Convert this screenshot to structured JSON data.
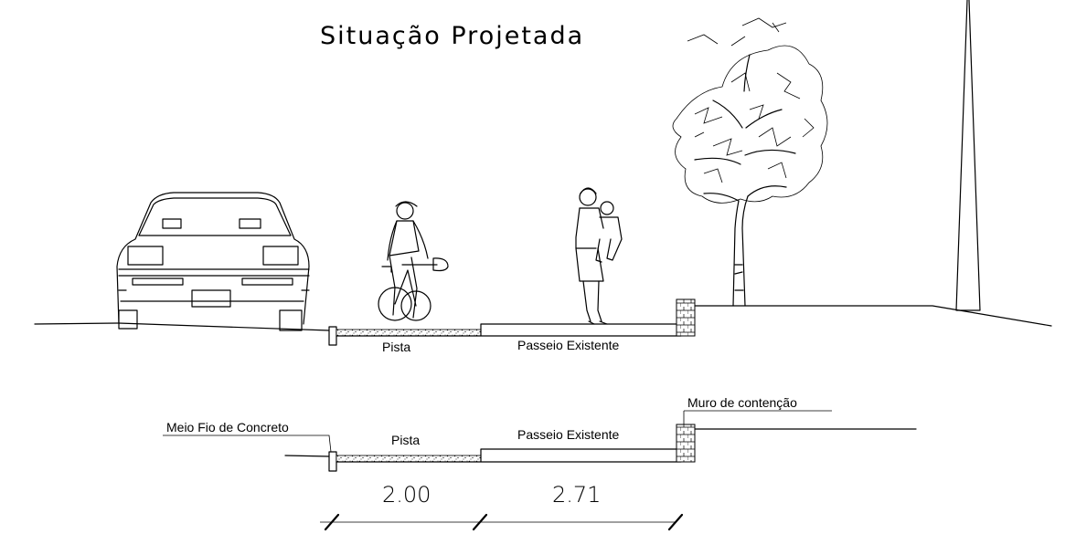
{
  "title": "Situação Projetada",
  "upper_section": {
    "label_road": "Pista",
    "label_sidewalk": "Passeio Existente"
  },
  "lower_section": {
    "label_curb": "Meio Fio de Concreto",
    "label_road": "Pista",
    "label_sidewalk": "Passeio Existente",
    "label_wall": "Muro de contenção"
  },
  "dimensions": {
    "road_width": "2.00",
    "sidewalk_width": "2.71"
  }
}
